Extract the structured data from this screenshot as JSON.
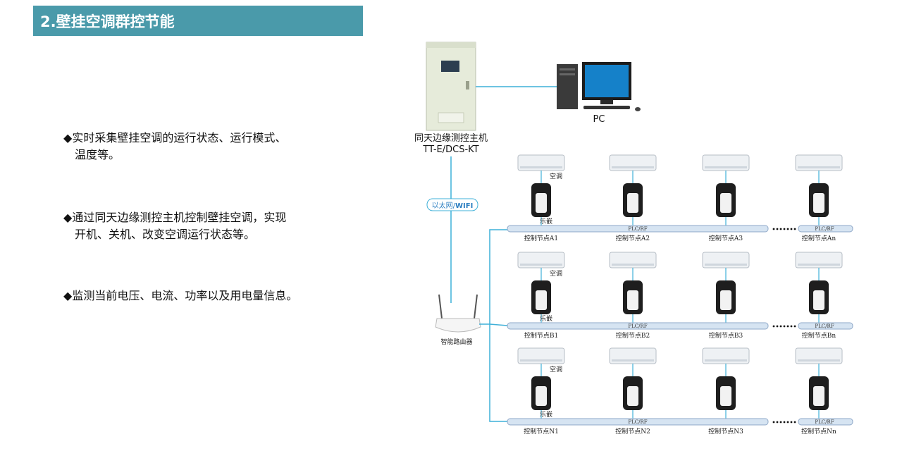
{
  "title": "2.壁挂空调群控节能",
  "bullets": [
    {
      "marker": "◆",
      "line1": "实时采集壁挂空调的运行状态、运行模式、",
      "line2": "温度等。"
    },
    {
      "marker": "◆",
      "line1": "通过同天边缘测控主机控制壁挂空调，实现",
      "line2": "开机、关机、改变空调运行状态等。"
    },
    {
      "marker": "◆",
      "line1": "监测当前电压、电流、功率以及用电量信息。",
      "line2": ""
    }
  ],
  "host": {
    "name": "同天边缘测控主机",
    "model": "TT-E/DCS-KT"
  },
  "pc_label": "PC",
  "link_label_prefix": "以太网/",
  "link_label_bold": "WIFI",
  "router_label": "智能路由器",
  "ac_label": "空调",
  "controller_label": "乐嵌",
  "bus_label": "PLC/RF",
  "groups": [
    {
      "nodes": [
        "控制节点A1",
        "控制节点A2",
        "控制节点A3",
        "控制节点An"
      ]
    },
    {
      "nodes": [
        "控制节点B1",
        "控制节点B2",
        "控制节点B3",
        "控制节点Bn"
      ]
    },
    {
      "nodes": [
        "控制节点N1",
        "控制节点N2",
        "控制节点N3",
        "控制节点Nn"
      ]
    }
  ],
  "colors": {
    "title_bg": "#4a9aaa",
    "link": "#3fb0d8",
    "bus": "#d6e4f2",
    "bus_edge": "#8fa8c8"
  }
}
